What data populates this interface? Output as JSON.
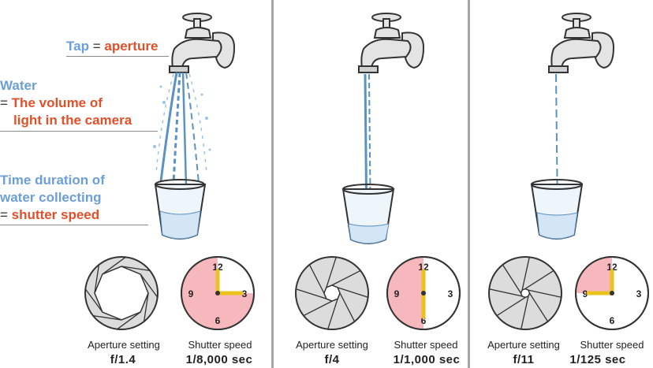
{
  "labels": {
    "tap_word": "Tap",
    "tap_equals": "=",
    "tap_meaning": "aperture",
    "water_word": "Water",
    "water_equals": "=",
    "water_meaning_line1": "The volume of",
    "water_meaning_line2": "light in the camera",
    "time_line1": "Time duration of",
    "time_line2": "water collecting",
    "time_equals": "=",
    "time_meaning": "shutter speed"
  },
  "panels": [
    {
      "aperture_caption": "Aperture setting",
      "aperture_value": "f/1.4",
      "shutter_caption": "Shutter speed",
      "shutter_value": "1/8,000 sec",
      "opening_fraction": 0.74,
      "clock_filled_fraction": 0.75,
      "clock_numbers": [
        "12",
        "3",
        "6",
        "9"
      ]
    },
    {
      "aperture_caption": "Aperture setting",
      "aperture_value": "f/4",
      "shutter_caption": "Shutter speed",
      "shutter_value": "1/1,000 sec",
      "opening_fraction": 0.22,
      "clock_filled_fraction": 0.5,
      "clock_numbers": [
        "12",
        "3",
        "6",
        "9"
      ]
    },
    {
      "aperture_caption": "Aperture setting",
      "aperture_value": "f/11",
      "shutter_caption": "Shutter speed",
      "shutter_value": "1/125 sec",
      "opening_fraction": 0.12,
      "clock_filled_fraction": 0.25,
      "clock_numbers": [
        "12",
        "3",
        "6",
        "9"
      ]
    }
  ],
  "colors": {
    "label_blue": "#6b9fd6",
    "label_red": "#e0502a",
    "clock_fill": "#f6b8bc",
    "clock_hand": "#e9c21c",
    "blade_fill": "#dcdcdc",
    "water": "#5b92c4",
    "divider": "#a7a7a7"
  }
}
